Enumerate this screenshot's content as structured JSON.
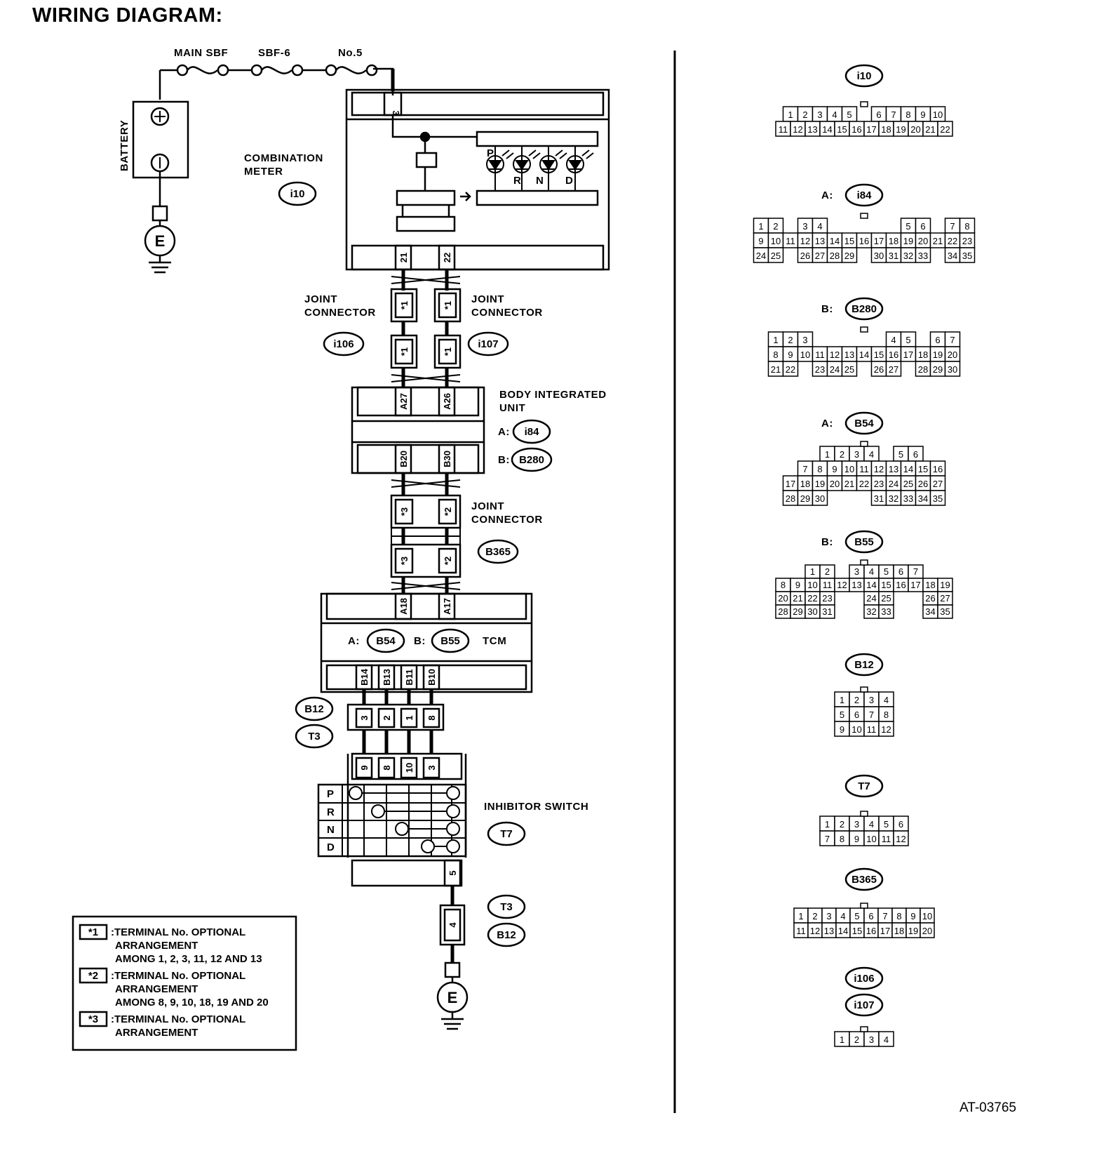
{
  "title": "WIRING DIAGRAM:",
  "figure_code": "AT-03765",
  "labels": {
    "main_sbf": "MAIN SBF",
    "sbf6": "SBF-6",
    "no5": "No.5",
    "battery": "BATTERY",
    "ground": "E",
    "combination_meter": [
      "COMBINATION",
      "METER"
    ],
    "joint_connector": [
      "JOINT",
      "CONNECTOR"
    ],
    "body_integrated_unit": [
      "BODY INTEGRATED",
      "UNIT"
    ],
    "tcm": "TCM",
    "inhibitor_switch": "INHIBITOR SWITCH",
    "prefix_a": "A:",
    "prefix_b": "B:",
    "leds": [
      "P",
      "R",
      "N",
      "D"
    ]
  },
  "connectors": {
    "i10": "i10",
    "i84": "i84",
    "B280": "B280",
    "B54": "B54",
    "B55": "B55",
    "B12": "B12",
    "T7": "T7",
    "T3": "T3",
    "B365": "B365",
    "i106": "i106",
    "i107": "i107"
  },
  "pins": {
    "meter_power": "3",
    "meter_out": [
      "21",
      "22"
    ],
    "joint_mark": "*1",
    "biu_a": [
      "A27",
      "A26"
    ],
    "biu_b": [
      "B20",
      "B30"
    ],
    "b365": [
      "*3",
      "*2"
    ],
    "tcm_a": [
      "A18",
      "A17"
    ],
    "tcm_b": [
      "B14",
      "B13",
      "B11",
      "B10"
    ],
    "b12_t3": [
      "3",
      "2",
      "1",
      "8"
    ],
    "t7_top": [
      "9",
      "8",
      "10",
      "3"
    ],
    "t7_bottom": "5",
    "t3_ground": "4"
  },
  "inhibitor_positions": [
    "P",
    "R",
    "N",
    "D"
  ],
  "legend": [
    {
      "mark": "*1",
      "lines": [
        ":TERMINAL No. OPTIONAL",
        "ARRANGEMENT",
        "AMONG 1, 2, 3, 11, 12  AND 13"
      ]
    },
    {
      "mark": "*2",
      "lines": [
        ":TERMINAL No. OPTIONAL",
        "ARRANGEMENT",
        "AMONG 8, 9, 10, 18, 19  AND 20"
      ]
    },
    {
      "mark": "*3",
      "lines": [
        ":TERMINAL No. OPTIONAL",
        "ARRANGEMENT"
      ]
    }
  ],
  "connector_views": [
    {
      "id": "i10",
      "prefix": "",
      "rows": [
        [
          "1",
          "2",
          "3",
          "4",
          "5",
          "",
          "6",
          "7",
          "8",
          "9",
          "10"
        ],
        [
          "11",
          "12",
          "13",
          "14",
          "15",
          "16",
          "17",
          "18",
          "19",
          "20",
          "21",
          "22"
        ]
      ]
    },
    {
      "id": "i84",
      "prefix": "A:",
      "rows": [
        [
          "1",
          "2",
          "",
          "3",
          "4",
          "",
          "",
          "",
          "",
          "",
          "5",
          "6",
          "",
          "7",
          "8"
        ],
        [
          "9",
          "10",
          "11",
          "12",
          "13",
          "14",
          "15",
          "16",
          "17",
          "18",
          "19",
          "20",
          "21",
          "22",
          "23"
        ],
        [
          "24",
          "25",
          "",
          "26",
          "27",
          "28",
          "29",
          "",
          "30",
          "31",
          "32",
          "33",
          "",
          "34",
          "35"
        ]
      ]
    },
    {
      "id": "B280",
      "prefix": "B:",
      "rows": [
        [
          "1",
          "2",
          "3",
          "",
          "",
          "",
          "",
          "",
          "4",
          "5",
          "",
          "6",
          "7"
        ],
        [
          "8",
          "9",
          "10",
          "11",
          "12",
          "13",
          "14",
          "15",
          "16",
          "17",
          "18",
          "19",
          "20"
        ],
        [
          "21",
          "22",
          "",
          "23",
          "24",
          "25",
          "",
          "26",
          "27",
          "",
          "28",
          "29",
          "30"
        ]
      ]
    },
    {
      "id": "B54",
      "prefix": "A:",
      "rows": [
        [
          "",
          "1",
          "2",
          "3",
          "4",
          "",
          "5",
          "6"
        ],
        [
          "",
          "7",
          "8",
          "9",
          "10",
          "11",
          "12",
          "13",
          "14",
          "15",
          "16"
        ],
        [
          "17",
          "18",
          "19",
          "20",
          "21",
          "22",
          "23",
          "24",
          "25",
          "26",
          "27"
        ],
        [
          "28",
          "29",
          "30",
          "",
          "",
          "",
          "31",
          "32",
          "33",
          "34",
          "35"
        ]
      ]
    },
    {
      "id": "B55",
      "prefix": "B:",
      "rows": [
        [
          "1",
          "2",
          "",
          "3",
          "4",
          "5",
          "6",
          "7"
        ],
        [
          "8",
          "9",
          "10",
          "11",
          "12",
          "13",
          "14",
          "15",
          "16",
          "17",
          "18",
          "19"
        ],
        [
          "20",
          "21",
          "22",
          "23",
          "",
          "",
          "24",
          "25",
          "",
          "",
          "26",
          "27"
        ],
        [
          "28",
          "29",
          "30",
          "31",
          "",
          "",
          "32",
          "33",
          "",
          "",
          "34",
          "35"
        ]
      ]
    },
    {
      "id": "B12",
      "prefix": "",
      "rows": [
        [
          "1",
          "2",
          "3",
          "4"
        ],
        [
          "5",
          "6",
          "7",
          "8"
        ],
        [
          "9",
          "10",
          "11",
          "12"
        ]
      ]
    },
    {
      "id": "T7",
      "prefix": "",
      "rows": [
        [
          "1",
          "2",
          "3",
          "4",
          "5",
          "6"
        ],
        [
          "7",
          "8",
          "9",
          "10",
          "11",
          "12"
        ]
      ]
    },
    {
      "id": "B365",
      "prefix": "",
      "rows": [
        [
          "1",
          "2",
          "3",
          "4",
          "5",
          "6",
          "7",
          "8",
          "9",
          "10"
        ],
        [
          "11",
          "12",
          "13",
          "14",
          "15",
          "16",
          "17",
          "18",
          "19",
          "20"
        ]
      ]
    },
    {
      "id": "i106",
      "prefix": "",
      "rows": []
    },
    {
      "id": "i107",
      "prefix": "",
      "rows": [
        [
          "1",
          "2",
          "3",
          "4"
        ]
      ]
    }
  ]
}
